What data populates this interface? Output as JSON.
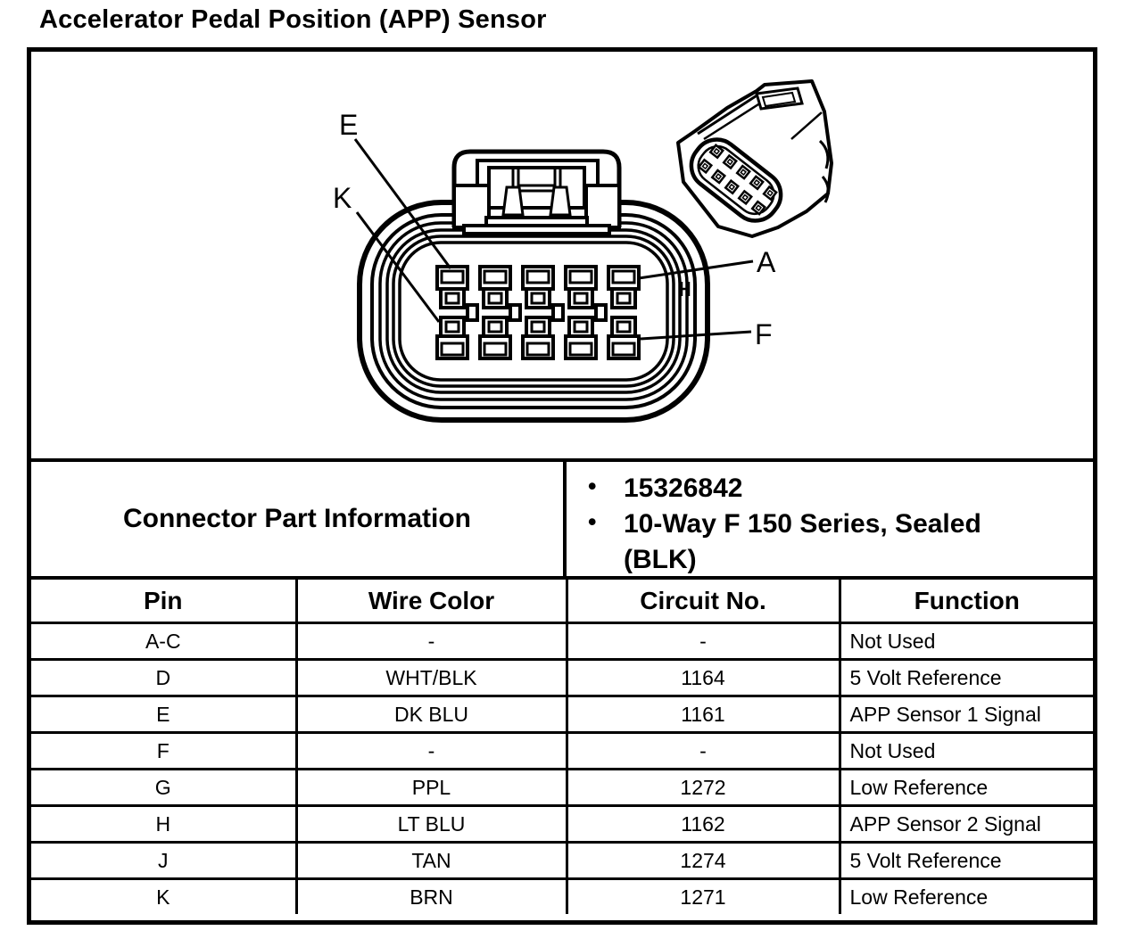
{
  "title": "Accelerator Pedal Position (APP) Sensor",
  "diagram": {
    "labels": {
      "pin_e": "E",
      "pin_k": "K",
      "pin_a": "A",
      "pin_f": "F"
    }
  },
  "connector_info": {
    "label": "Connector Part Information",
    "bullets": [
      "15326842",
      "10-Way F 150 Series, Sealed (BLK)"
    ]
  },
  "pin_table": {
    "headers": [
      "Pin",
      "Wire Color",
      "Circuit No.",
      "Function"
    ],
    "rows": [
      [
        "A-C",
        "-",
        "-",
        "Not Used"
      ],
      [
        "D",
        "WHT/BLK",
        "1164",
        "5 Volt Reference"
      ],
      [
        "E",
        "DK BLU",
        "1161",
        "APP Sensor 1 Signal"
      ],
      [
        "F",
        "-",
        "-",
        "Not Used"
      ],
      [
        "G",
        "PPL",
        "1272",
        "Low Reference"
      ],
      [
        "H",
        "LT BLU",
        "1162",
        "APP Sensor 2 Signal"
      ],
      [
        "J",
        "TAN",
        "1274",
        "5 Volt Reference"
      ],
      [
        "K",
        "BRN",
        "1271",
        "Low Reference"
      ]
    ]
  }
}
